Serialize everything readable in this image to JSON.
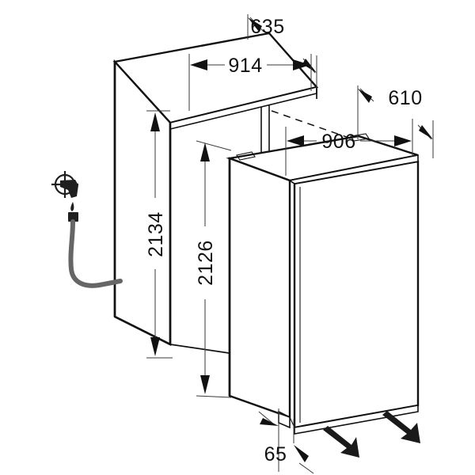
{
  "drawing": {
    "title": "Built-in appliance installation dimension drawing",
    "units": "mm",
    "view": "isometric exploded installation view",
    "background_color": "#ffffff",
    "line_color": "#111111",
    "dimension_color": "#3a3a3a",
    "accent_color": "#666666"
  },
  "dimensions": {
    "niche_depth": {
      "label": "635",
      "value": 635,
      "axis": "depth",
      "target": "cabinet-niche",
      "position": "top"
    },
    "niche_width": {
      "label": "914",
      "value": 914,
      "axis": "width",
      "target": "cabinet-niche",
      "position": "top"
    },
    "niche_height": {
      "label": "2134",
      "value": 2134,
      "axis": "height",
      "target": "cabinet-niche",
      "position": "left",
      "orientation": "vertical"
    },
    "appliance_height": {
      "label": "2126",
      "value": 2126,
      "axis": "height",
      "target": "appliance",
      "position": "left",
      "orientation": "vertical"
    },
    "appliance_depth": {
      "label": "610",
      "value": 610,
      "axis": "depth",
      "target": "appliance",
      "position": "top-right"
    },
    "appliance_width": {
      "label": "906",
      "value": 906,
      "axis": "width",
      "target": "appliance",
      "position": "top"
    },
    "plinth_gap": {
      "label": "65",
      "value": 65,
      "axis": "height",
      "target": "base-gap",
      "position": "bottom"
    }
  },
  "annotations": {
    "water_connection": {
      "name": "water-tap-connection",
      "description": "Water supply tap with shut-off valve and connection hose"
    },
    "airflow_intake": {
      "name": "airflow-intake-arrow",
      "direction": "up-left"
    },
    "airflow_exhaust": {
      "name": "airflow-exhaust-arrow",
      "direction": "down-right"
    },
    "alignment_guide": {
      "name": "alignment-dashed-line",
      "description": "Dashed construction line linking niche front corner to appliance rear corner"
    }
  },
  "objects": {
    "niche": {
      "name": "cabinet-niche",
      "label": "Installation niche / surrounding cabinet"
    },
    "appliance": {
      "name": "appliance-body",
      "label": "Built-in refrigerator appliance"
    },
    "door": {
      "name": "appliance-door",
      "label": "Appliance front door panel"
    }
  }
}
